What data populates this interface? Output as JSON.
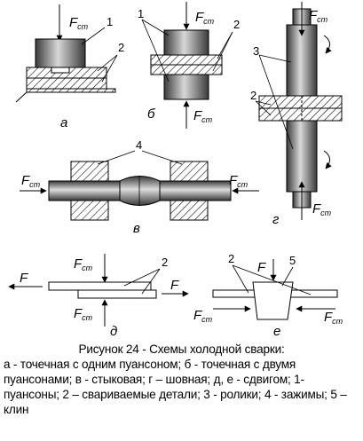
{
  "figure": {
    "force_label": "F",
    "force_sub": "ст",
    "force_plain": "F",
    "panels": {
      "a": "а",
      "b": "б",
      "v": "в",
      "g": "г",
      "d": "д",
      "e": "е"
    },
    "numbers": {
      "n1": "1",
      "n2": "2",
      "n3": "3",
      "n4": "4",
      "n5": "5"
    }
  },
  "caption": {
    "title": "Рисунок 24 - Схемы холодной  сварки:",
    "body": "а - точечная с одним пуансоном; б - точечная с двумя пуансонами; в - стыковая; г – шовная; д, е - сдвигом; 1- пуансоны; 2 – свариваемые детали; 3 - ролики;  4 - зажимы; 5 – клин"
  }
}
